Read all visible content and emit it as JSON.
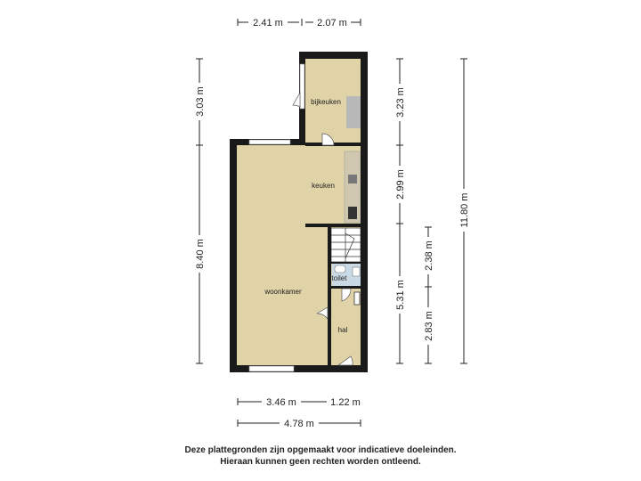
{
  "rooms": {
    "bijkeuken": "bijkeuken",
    "keuken": "keuken",
    "woonkamer": "woonkamer",
    "toilet": "toilet",
    "hal": "hal"
  },
  "dimensions": {
    "top_left": "2.41 m",
    "top_right": "2.07 m",
    "left_upper": "3.03 m",
    "left_lower": "8.40 m",
    "right_inner_top": "3.23 m",
    "right_inner_mid": "2.99 m",
    "right_inner_bottom": "5.31 m",
    "right_stair": "2.38 m",
    "right_hal": "2.83 m",
    "right_total": "11.80 m",
    "bottom_left": "3.46 m",
    "bottom_right": "1.22 m",
    "bottom_total": "4.78 m"
  },
  "colors": {
    "floor": "#e0d3a8",
    "toilet_floor": "#c9d9e6",
    "wall": "#1a1a1a",
    "counter": "#b8b8b8"
  },
  "disclaimer": {
    "line1": "Deze plattegronden zijn opgemaakt voor indicatieve doeleinden.",
    "line2": "Hieraan kunnen geen rechten worden ontleend."
  }
}
